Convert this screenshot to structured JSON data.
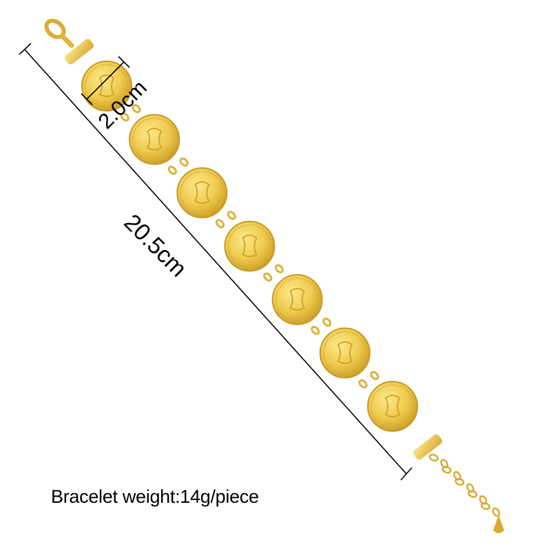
{
  "product": {
    "coin_count": 7,
    "colors": {
      "gold": "#efcb4f",
      "gold_light": "#fbe98c",
      "gold_dark": "#c99a22",
      "ink": "#000000"
    }
  },
  "dimensions": {
    "length_label": "20.5cm",
    "coin_width_label": "2.0cm"
  },
  "caption": {
    "weight_text": "Bracelet weight:14g/piece"
  }
}
